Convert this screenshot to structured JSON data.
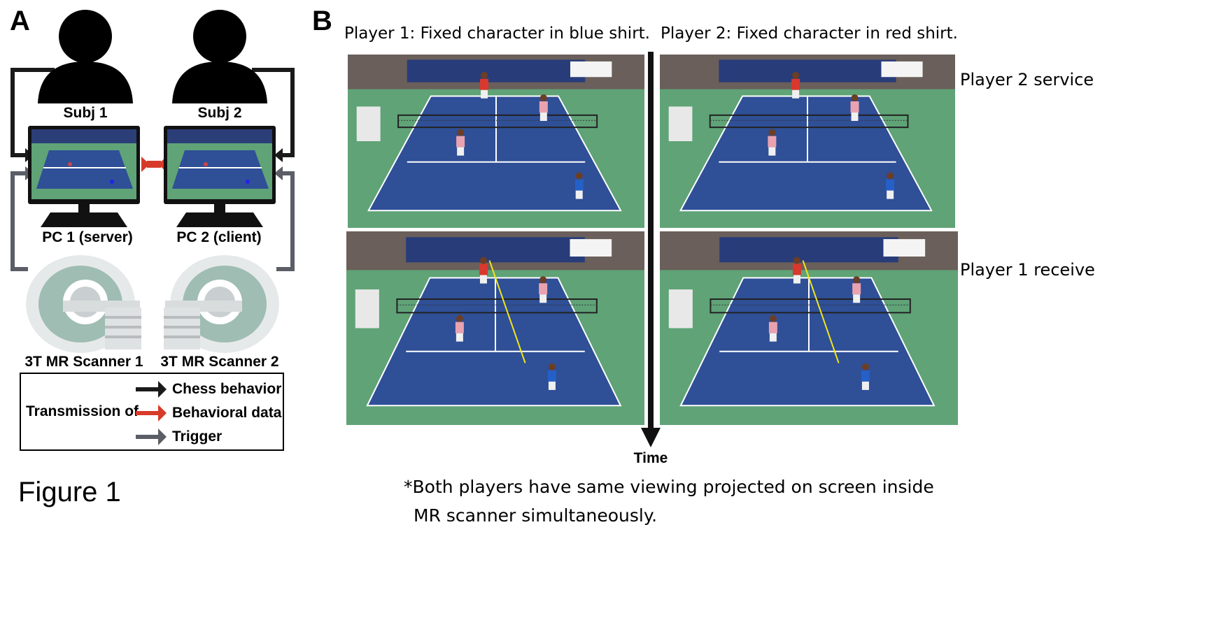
{
  "panel_a": {
    "letter": "A",
    "subjects": [
      "Subj 1",
      "Subj 2"
    ],
    "pcs": [
      "PC 1 (server)",
      "PC 2 (client)"
    ],
    "scanners": [
      "3T MR Scanner 1",
      "3T MR Scanner 2"
    ],
    "legend": {
      "prefix": "Transmission of",
      "items": [
        {
          "label": "Chess behavior",
          "color": "#1a1a1a"
        },
        {
          "label": "Behavioral data",
          "color": "#d63b2a"
        },
        {
          "label": "Trigger",
          "color": "#5b5e66"
        }
      ]
    }
  },
  "panel_b": {
    "letter": "B",
    "captions": [
      "Player 1: Fixed  character in blue shirt.",
      "Player 2: Fixed character in red shirt."
    ],
    "row_labels": [
      "Player 2 service",
      "Player 1 receive"
    ],
    "time_label": "Time",
    "note_lines": [
      "*Both players  have same viewing projected on screen inside",
      "MR scanner simultaneously."
    ]
  },
  "figure_label": "Figure 1",
  "colors": {
    "court_blue": "#2f4f97",
    "court_green": "#5fa377",
    "legend_red": "#d63b2a",
    "trigger_gray": "#5b5e66",
    "ball_path": "#f2e51a"
  }
}
